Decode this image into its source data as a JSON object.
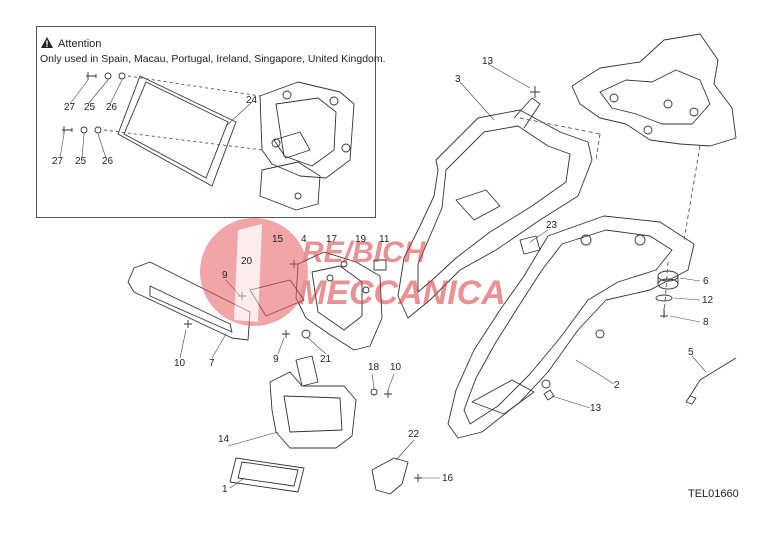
{
  "notice": {
    "title": "Attention",
    "text": "Only used in Spain, Macau, Portugal, Ireland, Singapore, United Kingdom.",
    "icon": "warning-triangle-icon"
  },
  "drawing_code": "TEL01660",
  "watermark": {
    "line1": "RE/BICH",
    "line2": "MECCANICA",
    "color": "#e31b23"
  },
  "inset_callouts": [
    "27",
    "25",
    "26",
    "24",
    "27",
    "25",
    "26"
  ],
  "callouts": [
    "13",
    "3",
    "23",
    "6",
    "12",
    "8",
    "2",
    "5",
    "13",
    "15",
    "4",
    "17",
    "19",
    "11",
    "20",
    "9",
    "10",
    "7",
    "9",
    "21",
    "18",
    "10",
    "14",
    "22",
    "16",
    "1"
  ]
}
